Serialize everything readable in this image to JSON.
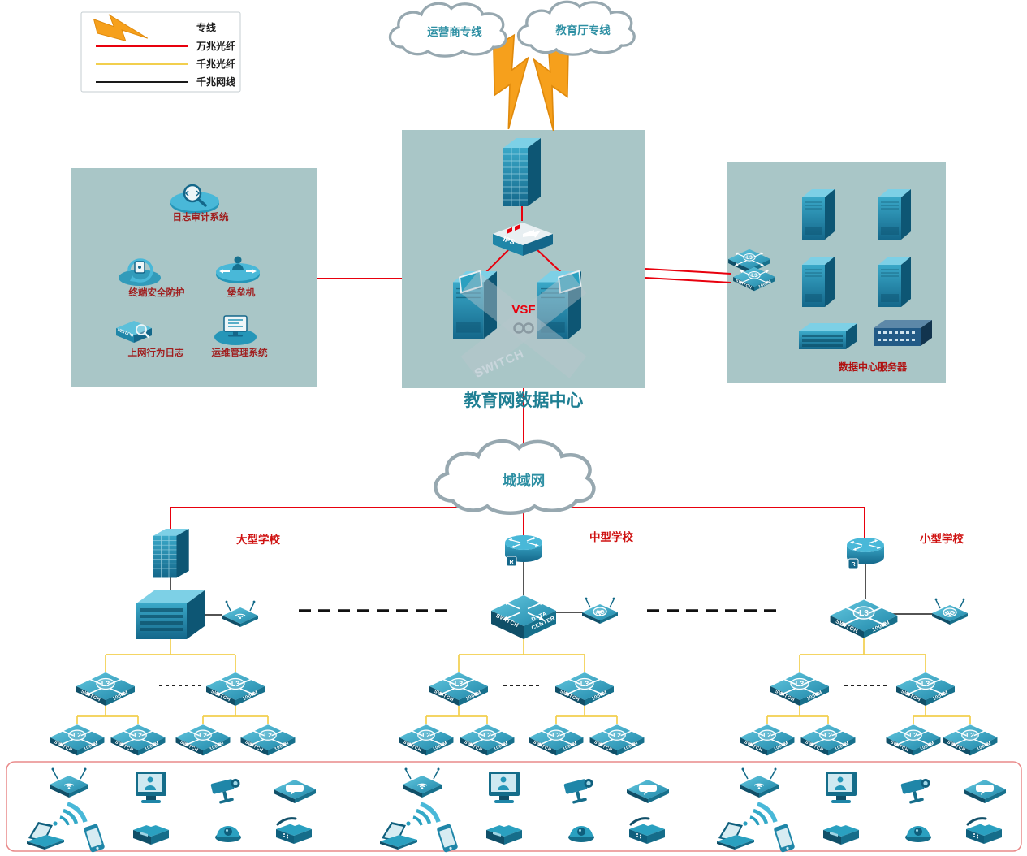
{
  "legend": {
    "items": [
      {
        "label": "专线"
      },
      {
        "label": "万兆光纤"
      },
      {
        "label": "千兆光纤"
      },
      {
        "label": "千兆网线"
      }
    ]
  },
  "clouds": {
    "operator": "运营商专线",
    "education": "教育厅专线",
    "man": "城域网"
  },
  "datacenter": {
    "title": "教育网数据中心",
    "ips": "IPS",
    "vsf": "VSF",
    "switch": "SWITCH"
  },
  "security": {
    "log_audit": "日志审计系统",
    "terminal_protect": "终端安全防护",
    "bastion": "堡垒机",
    "netlog_device": "NETLOG",
    "net_behavior": "上网行为日志",
    "ops_mgmt": "运维管理系统"
  },
  "server_zone": {
    "title": "数据中心服务器"
  },
  "schools": {
    "large": "大型学校",
    "medium": "中型学校",
    "small": "小型学校"
  },
  "labels": {
    "switch": "SWITCH",
    "m1000": "1000M",
    "l3": "L3",
    "l2": "L2",
    "ac": "AC",
    "r": "R",
    "data": "DATA",
    "center": "CENTER"
  },
  "colors": {
    "fiber_10g": "#e8000d",
    "fiber_1g": "#f2cf4e",
    "cable_1g": "#1a1a1a",
    "device_teal": "#1f86a8",
    "panel_bg": "#a9c6c7",
    "lightning_orange": "#f6a01c"
  }
}
